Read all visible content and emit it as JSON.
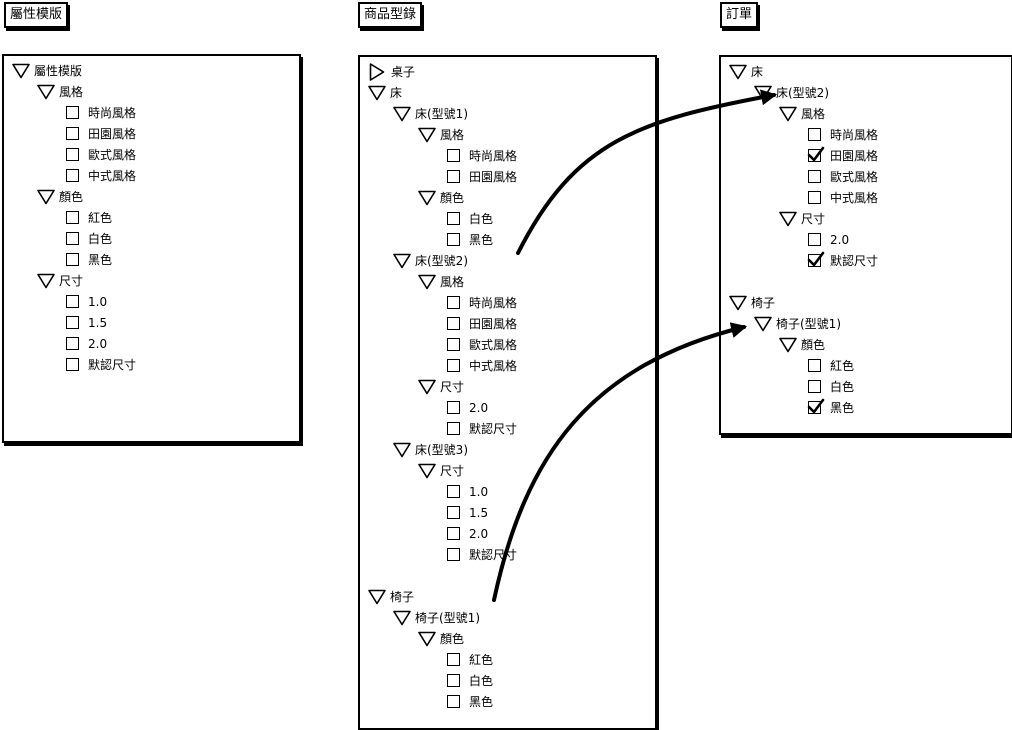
{
  "titles": {
    "template": "屬性模版",
    "catalog": "商品型錄",
    "order": "訂單"
  },
  "template_tree": [
    {
      "label": "屬性模版",
      "type": "node",
      "level": 0
    },
    {
      "label": "風格",
      "type": "node",
      "level": 1
    },
    {
      "label": "時尚風格",
      "type": "leaf",
      "level": 2,
      "checked": false
    },
    {
      "label": "田園風格",
      "type": "leaf",
      "level": 2,
      "checked": false
    },
    {
      "label": "歐式風格",
      "type": "leaf",
      "level": 2,
      "checked": false
    },
    {
      "label": "中式風格",
      "type": "leaf",
      "level": 2,
      "checked": false
    },
    {
      "label": "顏色",
      "type": "node",
      "level": 1
    },
    {
      "label": "紅色",
      "type": "leaf",
      "level": 2,
      "checked": false
    },
    {
      "label": "白色",
      "type": "leaf",
      "level": 2,
      "checked": false
    },
    {
      "label": "黑色",
      "type": "leaf",
      "level": 2,
      "checked": false
    },
    {
      "label": "尺寸",
      "type": "node",
      "level": 1
    },
    {
      "label": "1.0",
      "type": "leaf",
      "level": 2,
      "checked": false
    },
    {
      "label": "1.5",
      "type": "leaf",
      "level": 2,
      "checked": false
    },
    {
      "label": "2.0",
      "type": "leaf",
      "level": 2,
      "checked": false
    },
    {
      "label": "默認尺寸",
      "type": "leaf",
      "level": 2,
      "checked": false
    }
  ],
  "catalog_tree": [
    {
      "label": "桌子",
      "type": "collapsed",
      "level": 0
    },
    {
      "label": "床",
      "type": "node",
      "level": 0
    },
    {
      "label": "床(型號1)",
      "type": "node",
      "level": 1
    },
    {
      "label": "風格",
      "type": "node",
      "level": 2
    },
    {
      "label": "時尚風格",
      "type": "leaf",
      "level": 3,
      "checked": false
    },
    {
      "label": "田園風格",
      "type": "leaf",
      "level": 3,
      "checked": false
    },
    {
      "label": "顏色",
      "type": "node",
      "level": 2
    },
    {
      "label": "白色",
      "type": "leaf",
      "level": 3,
      "checked": false
    },
    {
      "label": "黑色",
      "type": "leaf",
      "level": 3,
      "checked": false
    },
    {
      "label": "床(型號2)",
      "type": "node",
      "level": 1
    },
    {
      "label": "風格",
      "type": "node",
      "level": 2
    },
    {
      "label": "時尚風格",
      "type": "leaf",
      "level": 3,
      "checked": false
    },
    {
      "label": "田園風格",
      "type": "leaf",
      "level": 3,
      "checked": false
    },
    {
      "label": "歐式風格",
      "type": "leaf",
      "level": 3,
      "checked": false
    },
    {
      "label": "中式風格",
      "type": "leaf",
      "level": 3,
      "checked": false
    },
    {
      "label": "尺寸",
      "type": "node",
      "level": 2
    },
    {
      "label": "2.0",
      "type": "leaf",
      "level": 3,
      "checked": false
    },
    {
      "label": "默認尺寸",
      "type": "leaf",
      "level": 3,
      "checked": false
    },
    {
      "label": "床(型號3)",
      "type": "node",
      "level": 1
    },
    {
      "label": "尺寸",
      "type": "node",
      "level": 2
    },
    {
      "label": "1.0",
      "type": "leaf",
      "level": 3,
      "checked": false
    },
    {
      "label": "1.5",
      "type": "leaf",
      "level": 3,
      "checked": false
    },
    {
      "label": "2.0",
      "type": "leaf",
      "level": 3,
      "checked": false
    },
    {
      "label": "默認尺寸",
      "type": "leaf",
      "level": 3,
      "checked": false
    },
    {
      "label": "椅子",
      "type": "node",
      "level": 0,
      "gap": true
    },
    {
      "label": "椅子(型號1)",
      "type": "node",
      "level": 1
    },
    {
      "label": "顏色",
      "type": "node",
      "level": 2
    },
    {
      "label": "紅色",
      "type": "leaf",
      "level": 3,
      "checked": false
    },
    {
      "label": "白色",
      "type": "leaf",
      "level": 3,
      "checked": false
    },
    {
      "label": "黑色",
      "type": "leaf",
      "level": 3,
      "checked": false
    }
  ],
  "order_tree": [
    {
      "label": "床",
      "type": "node",
      "level": 0
    },
    {
      "label": "床(型號2)",
      "type": "node",
      "level": 1
    },
    {
      "label": "風格",
      "type": "node",
      "level": 2
    },
    {
      "label": "時尚風格",
      "type": "leaf",
      "level": 3,
      "checked": false
    },
    {
      "label": "田園風格",
      "type": "leaf",
      "level": 3,
      "checked": true
    },
    {
      "label": "歐式風格",
      "type": "leaf",
      "level": 3,
      "checked": false
    },
    {
      "label": "中式風格",
      "type": "leaf",
      "level": 3,
      "checked": false
    },
    {
      "label": "尺寸",
      "type": "node",
      "level": 2
    },
    {
      "label": "2.0",
      "type": "leaf",
      "level": 3,
      "checked": false
    },
    {
      "label": "默認尺寸",
      "type": "leaf",
      "level": 3,
      "checked": true
    },
    {
      "label": "椅子",
      "type": "node",
      "level": 0,
      "gap": true
    },
    {
      "label": "椅子(型號1)",
      "type": "node",
      "level": 1
    },
    {
      "label": "顏色",
      "type": "node",
      "level": 2
    },
    {
      "label": "紅色",
      "type": "leaf",
      "level": 3,
      "checked": false
    },
    {
      "label": "白色",
      "type": "leaf",
      "level": 3,
      "checked": false
    },
    {
      "label": "黑色",
      "type": "leaf",
      "level": 3,
      "checked": true
    }
  ],
  "colors": {
    "stroke": "#000000",
    "background": "#ffffff"
  },
  "icons": {
    "expanded": "triangle-down-icon",
    "collapsed": "triangle-right-icon",
    "checked": "checkmark-icon"
  }
}
